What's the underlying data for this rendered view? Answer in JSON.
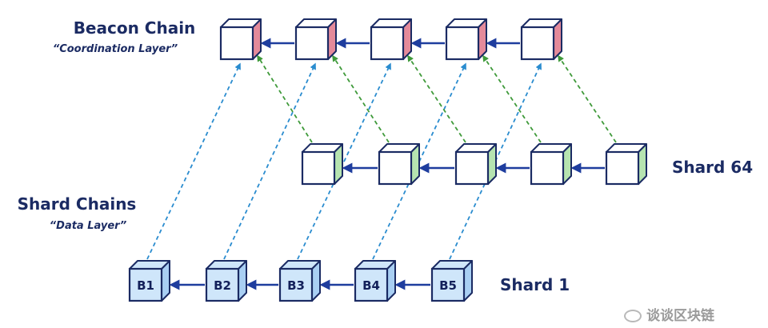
{
  "beacon": {
    "title": "Beacon Chain",
    "subtitle": "“Coordination Layer”",
    "block_count": 5
  },
  "shard_chains": {
    "title": "Shard Chains",
    "subtitle": "“Data Layer”"
  },
  "shard64": {
    "label": "Shard 64",
    "block_count": 5
  },
  "shard1": {
    "label": "Shard 1",
    "blocks": [
      "B1",
      "B2",
      "B3",
      "B4",
      "B5"
    ]
  },
  "colors": {
    "beacon_side": "#e48a9a",
    "shard64_side": "#b6e4b0",
    "shard1_fill": "#cfe6fa",
    "shard1_side": "#a9cff3",
    "outline": "#1b2b63",
    "chain_arrow": "#1e3d9e",
    "blue_link": "#2a8ccf",
    "green_link": "#3f9a3a"
  },
  "watermark": {
    "text": "谈谈区块链",
    "icon": "wechat-icon"
  }
}
